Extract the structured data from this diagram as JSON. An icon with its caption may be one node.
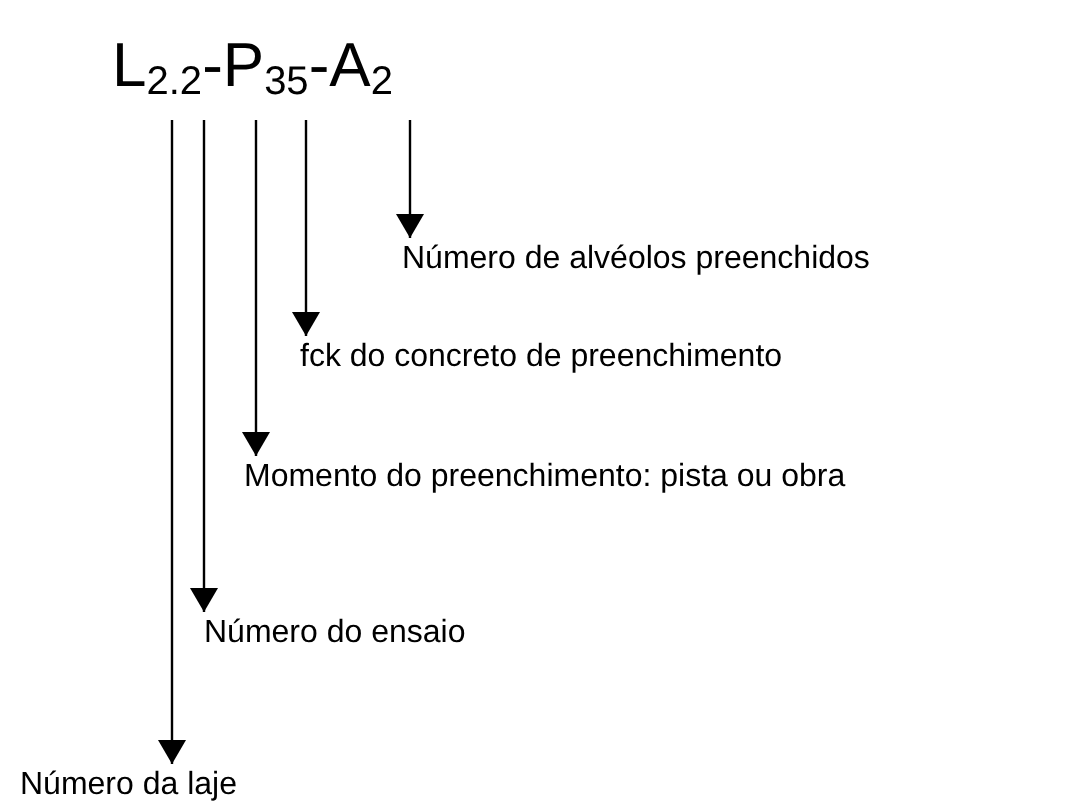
{
  "diagram": {
    "nodes": [
      {
        "text": [
          "L$_{2.2}$-P$_{35}$-A$_{2}$"
        ]
      },
      {
        "text": [
          "Número de alvéolos preenchidos"
        ]
      },
      {
        "text": [
          "fck do concreto de preenchimento"
        ]
      },
      {
        "text": [
          "Momento do preenchimento: pista ou obra"
        ]
      },
      {
        "text": [
          "Número do ensaio"
        ]
      },
      {
        "text": [
          "Número da laje"
        ]
      }
    ],
    "edges": [
      {
        "from": 0,
        "to": 1,
        "arrow": "to"
      },
      {
        "from": 0,
        "to": 2,
        "arrow": "to"
      },
      {
        "from": 0,
        "to": 3,
        "arrow": "to"
      },
      {
        "from": 0,
        "to": 4,
        "arrow": "to"
      },
      {
        "from": 0,
        "to": 5,
        "arrow": "to"
      }
    ]
  }
}
